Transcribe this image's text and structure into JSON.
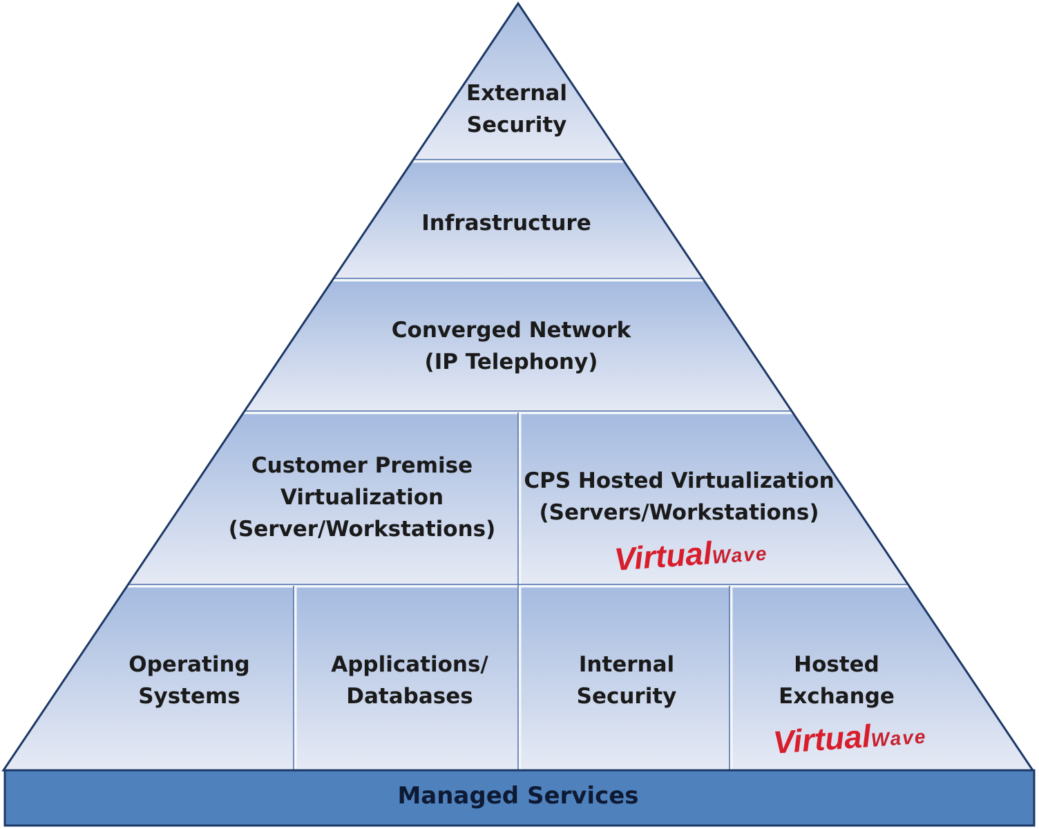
{
  "pyramid": {
    "levels": [
      {
        "label": "External\nSecurity"
      },
      {
        "label": "Infrastructure"
      },
      {
        "label": "Converged Network\n(IP Telephony)"
      },
      {
        "label": "Customer Premise\nVirtualization\n(Server/Workstations)"
      },
      {
        "label": "CPS Hosted Virtualization\n(Servers/Workstations)"
      },
      {
        "label": "Operating\nSystems"
      },
      {
        "label": "Applications/\nDatabases"
      },
      {
        "label": "Internal\nSecurity"
      },
      {
        "label": "Hosted\nExchange"
      }
    ],
    "base": "Managed Services",
    "logo": {
      "part1": "Virtual",
      "part2": "Wave"
    }
  },
  "colors": {
    "base": "#4f81bd",
    "band_top": "#a4badf",
    "band_bottom": "#e6eaf5",
    "logo": "#d81e2c"
  }
}
